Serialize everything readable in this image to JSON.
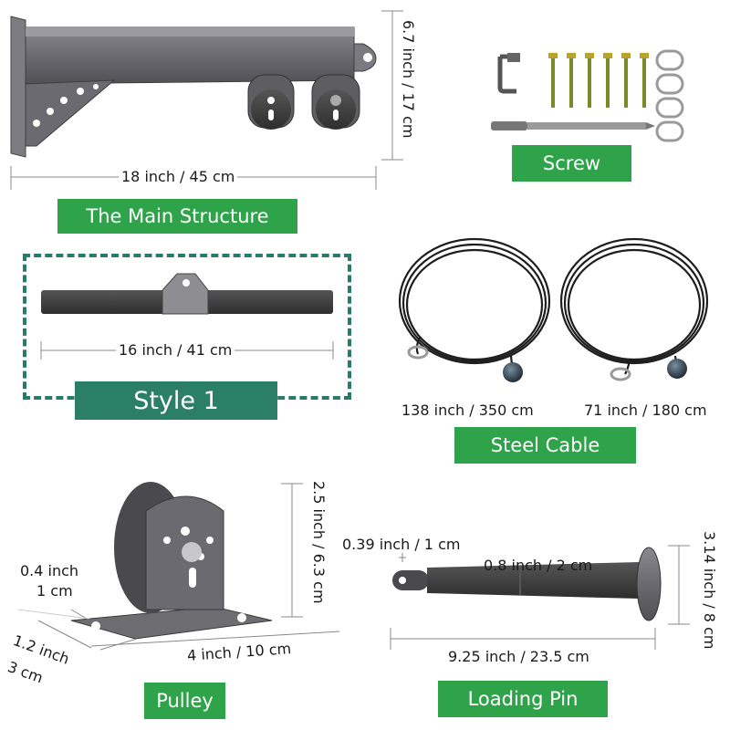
{
  "main_structure": {
    "label": "The Main Structure",
    "width_dim": "18 inch / 45 cm",
    "height_dim": "6.7 inch / 17 cm"
  },
  "screw": {
    "label": "Screw"
  },
  "style1": {
    "label": "Style 1",
    "bar_dim": "16 inch / 41 cm"
  },
  "steel_cable": {
    "label": "Steel Cable",
    "long_dim": "138 inch / 350 cm",
    "short_dim": "71 inch / 180 cm"
  },
  "pulley": {
    "label": "Pulley",
    "height_dim": "2.5 inch / 6.3 cm",
    "thick_dim_top": "0.4 inch",
    "thick_dim_bottom": "1 cm",
    "base_width_dim": "4 inch / 10 cm",
    "base_depth_dim_top": "1.2 inch",
    "base_depth_dim_bottom": "3 cm"
  },
  "loading_pin": {
    "label": "Loading Pin",
    "hole_dim": "0.39 inch / 1 cm",
    "diameter_dim": "0.8 inch / 2 cm",
    "length_dim": "9.25 inch / 23.5 cm",
    "plate_dim": "3.14 inch / 8 cm"
  },
  "colors": {
    "label_green": "#2fa34a",
    "style_teal": "#2b7f65",
    "dash_teal": "#2a7a68",
    "metal_gray": "#6e6e72"
  }
}
